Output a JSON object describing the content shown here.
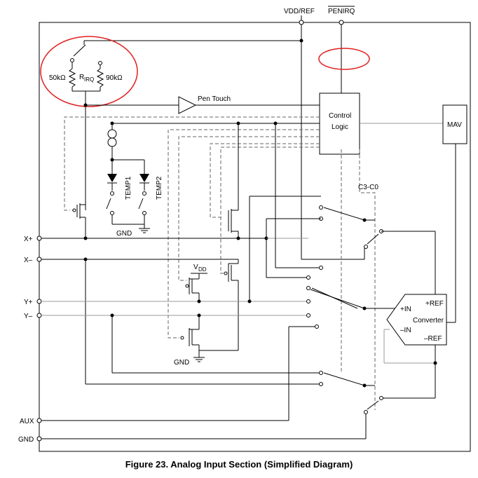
{
  "labels": {
    "vdd_ref": "VDD/REF",
    "penirq": "PENIRQ",
    "r50k": "50kΩ",
    "rirq": "R",
    "rirq_sub": "IRQ",
    "r90k": "90kΩ",
    "pen_touch": "Pen Touch",
    "control_logic_1": "Control",
    "control_logic_2": "Logic",
    "mav": "MAV",
    "temp1": "TEMP1",
    "temp2": "TEMP2",
    "gnd_1": "GND",
    "gnd_2": "GND",
    "vdd_inner": "V",
    "vdd_inner_sub": "DD",
    "c3c0": "C3-C0",
    "plus_in": "+IN",
    "plus_ref": "+REF",
    "converter": "Converter",
    "minus_in": "–IN",
    "minus_ref": "–REF",
    "pin_xp": "X+",
    "pin_xm": "X–",
    "pin_yp": "Y+",
    "pin_ym": "Y–",
    "pin_aux": "AUX",
    "pin_gnd": "GND"
  },
  "caption": "Figure 23. Analog Input Section (Simplified Diagram)",
  "colors": {
    "highlight": "#e02020",
    "wire": "#000000",
    "dashed": "#666666",
    "gray_wire": "#999999"
  }
}
